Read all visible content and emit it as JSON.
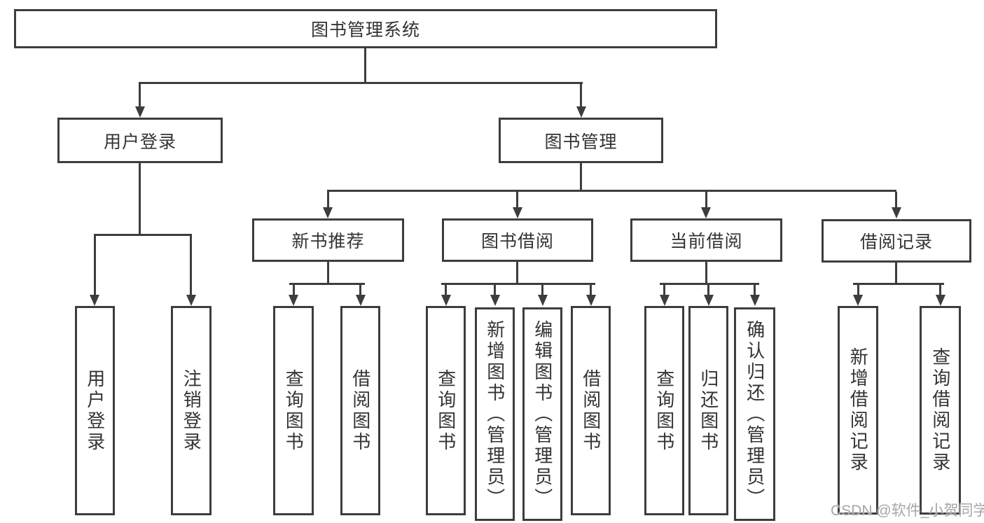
{
  "colors": {
    "line": "#3d3d3d",
    "text": "#333333",
    "background": "#ffffff",
    "watermark": "#a6a6a6"
  },
  "watermark": "CSDN @软件_小贺同学",
  "tree": {
    "label": "图书管理系统",
    "children": [
      {
        "label": "用户登录",
        "children": [
          {
            "label": "用户登录"
          },
          {
            "label": "注销登录"
          }
        ]
      },
      {
        "label": "图书管理",
        "children": [
          {
            "label": "新书推荐",
            "children": [
              {
                "label": "查询图书"
              },
              {
                "label": "借阅图书"
              }
            ]
          },
          {
            "label": "图书借阅",
            "children": [
              {
                "label": "查询图书"
              },
              {
                "label": "新增图书（管理员）"
              },
              {
                "label": "编辑图书（管理员）"
              },
              {
                "label": "借阅图书"
              }
            ]
          },
          {
            "label": "当前借阅",
            "children": [
              {
                "label": "查询图书"
              },
              {
                "label": "归还图书"
              },
              {
                "label": "确认归还（管理员）"
              }
            ]
          },
          {
            "label": "借阅记录",
            "children": [
              {
                "label": "新增借阅记录"
              },
              {
                "label": "查询借阅记录"
              }
            ]
          }
        ]
      }
    ]
  }
}
